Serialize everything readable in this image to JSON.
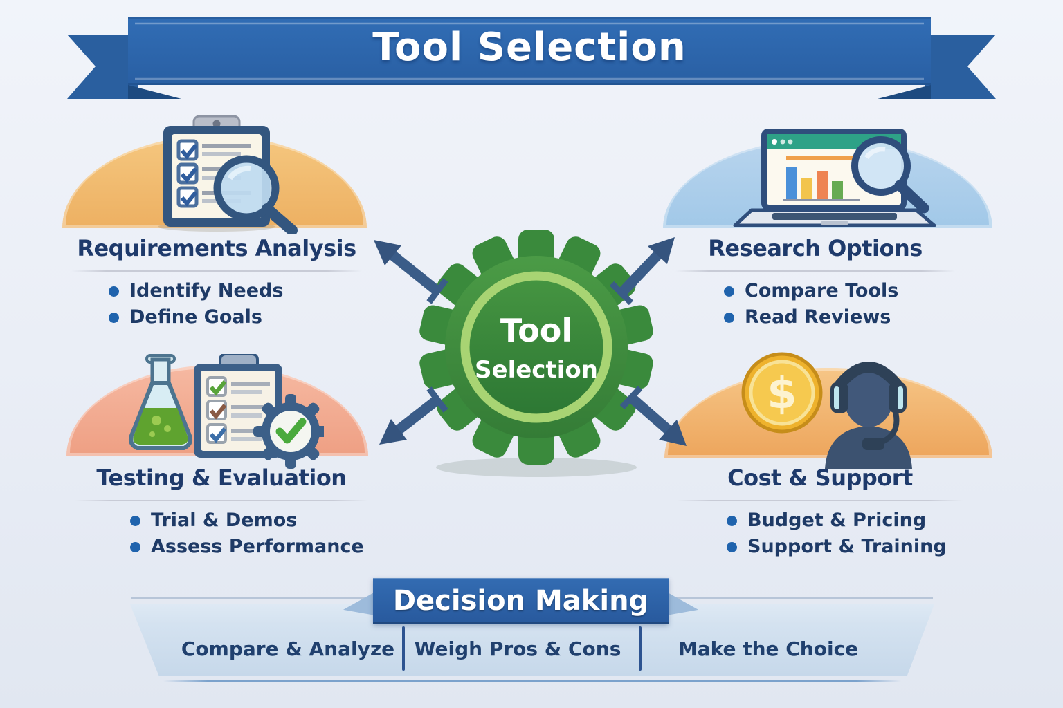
{
  "banner": {
    "title": "Tool Selection"
  },
  "hub": {
    "line1": "Tool",
    "line2": "Selection"
  },
  "quadrants": [
    {
      "title": "Requirements Analysis",
      "bullets": [
        "Identify Needs",
        "Define Goals"
      ],
      "icon": "clipboard-checklist-magnifier-icon"
    },
    {
      "title": "Research Options",
      "bullets": [
        "Compare Tools",
        "Read Reviews"
      ],
      "icon": "laptop-chart-magnifier-icon"
    },
    {
      "title": "Testing & Evaluation",
      "bullets": [
        "Trial & Demos",
        "Assess Performance"
      ],
      "icon": "flask-checklist-gear-icon"
    },
    {
      "title": "Cost & Support",
      "bullets": [
        "Budget & Pricing",
        "Support & Training"
      ],
      "icon": "dollar-coin-support-agent-icon"
    }
  ],
  "footer": {
    "title": "Decision Making",
    "steps": [
      "Compare & Analyze",
      "Weigh Pros & Cons",
      "Make the Choice"
    ]
  },
  "colors": {
    "ribbon_blue": "#2e68ae",
    "ribbon_tail_blue": "#2a5f9f",
    "hub_gear_green": "#3f8f41",
    "hub_ring_green": "#a8d473",
    "heading_navy": "#1e3a6b",
    "bullet_dot_blue": "#1f63ad",
    "arrow_blue": "#3a5c88",
    "dome_orange": "#f0b766",
    "dome_light_blue": "#aacdea",
    "dome_salmon": "#f2a98f",
    "dome_amber": "#f0ab61",
    "footer_band_blue": "#cfdfee",
    "badge_blue": "#2b5ea6"
  }
}
